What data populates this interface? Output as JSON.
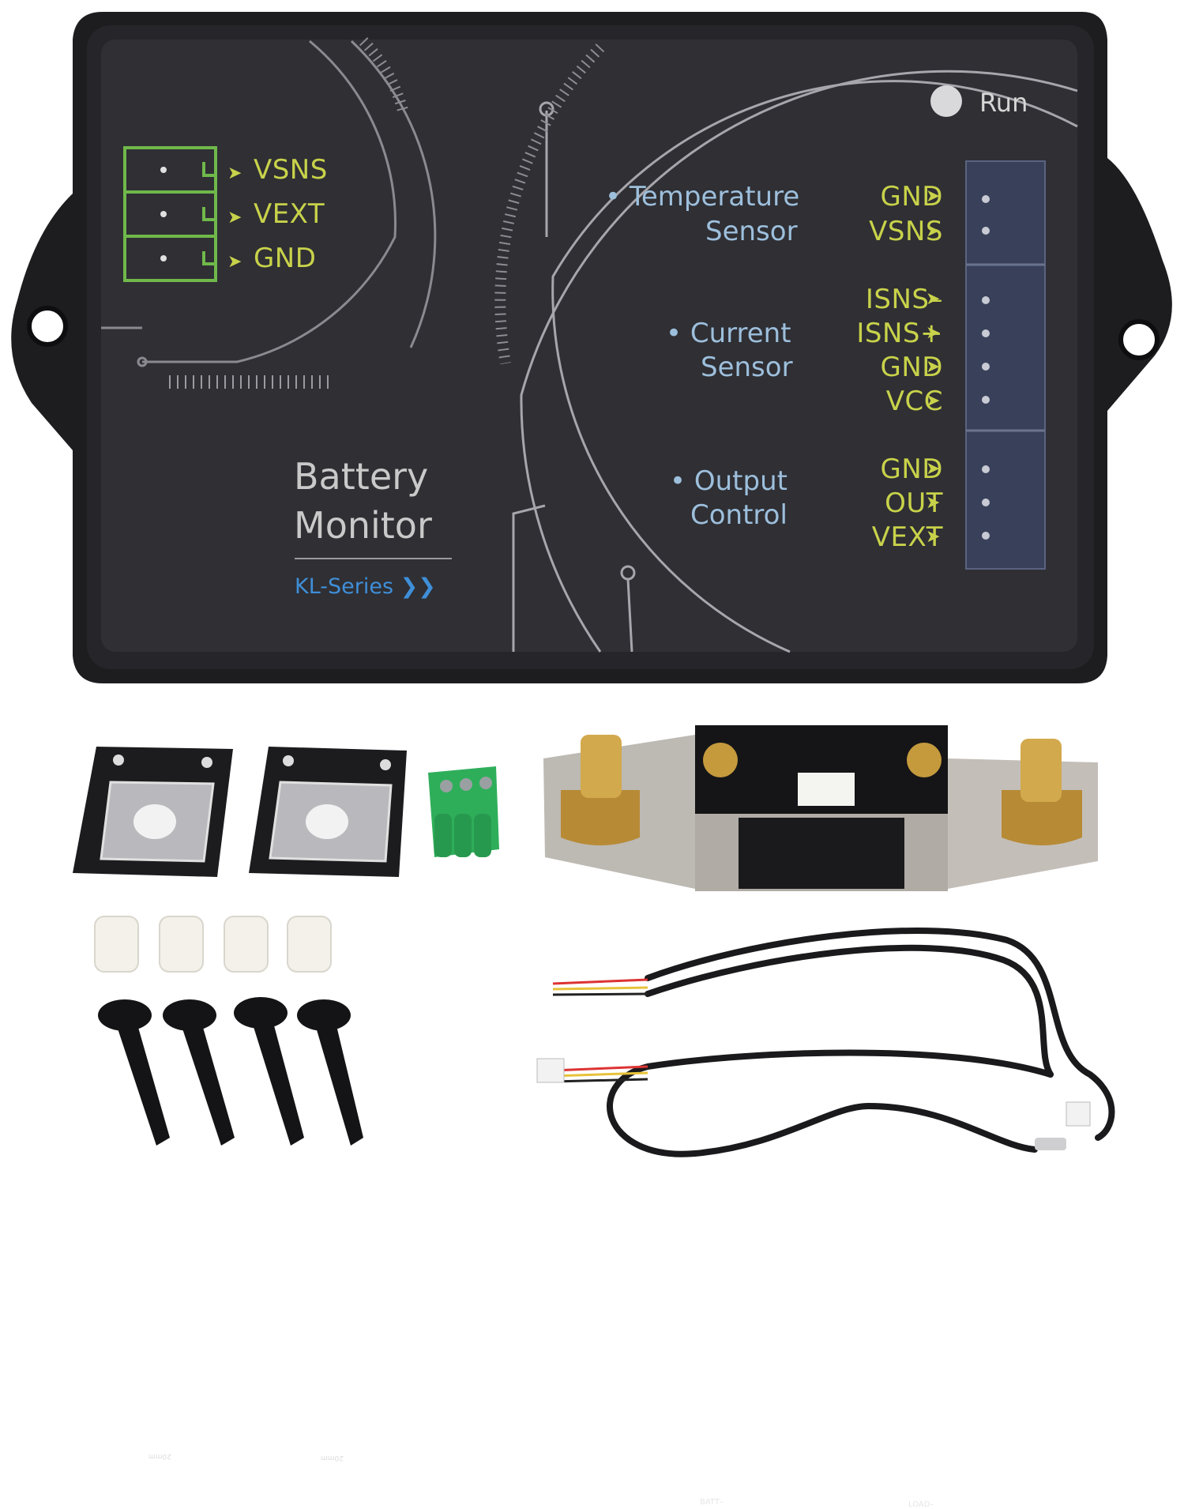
{
  "device": {
    "run_label": "Run",
    "left_pins": [
      "VSNS",
      "VEXT",
      "GND"
    ],
    "temperature_label": [
      "• Temperature",
      "Sensor"
    ],
    "temperature_pins": [
      "GND",
      "VSNS"
    ],
    "current_label": [
      "• Current",
      "Sensor"
    ],
    "current_pins": [
      "ISNS–",
      "ISNS+",
      "GND",
      "VCC"
    ],
    "output_label": [
      "• Output",
      "Control"
    ],
    "output_pins": [
      "GND",
      "OUT",
      "VEXT"
    ],
    "brand_line1": "Battery",
    "brand_line2": "Monitor",
    "series": "KL-Series ❯❯",
    "arrow": "➤"
  },
  "accessories": {
    "shunt_batt": "BATT–",
    "shunt_load": "LOAD–",
    "pad_size": "20mm"
  },
  "colors": {
    "body": "#1f1f22",
    "panel": "#2e2e33",
    "pin_text": "#c8d24a",
    "label_text": "#9dbfdc",
    "series_text": "#3f8fd8",
    "connector": "#39415a",
    "terminal_green": "#2fae5a",
    "brass": "#c59a3d"
  }
}
